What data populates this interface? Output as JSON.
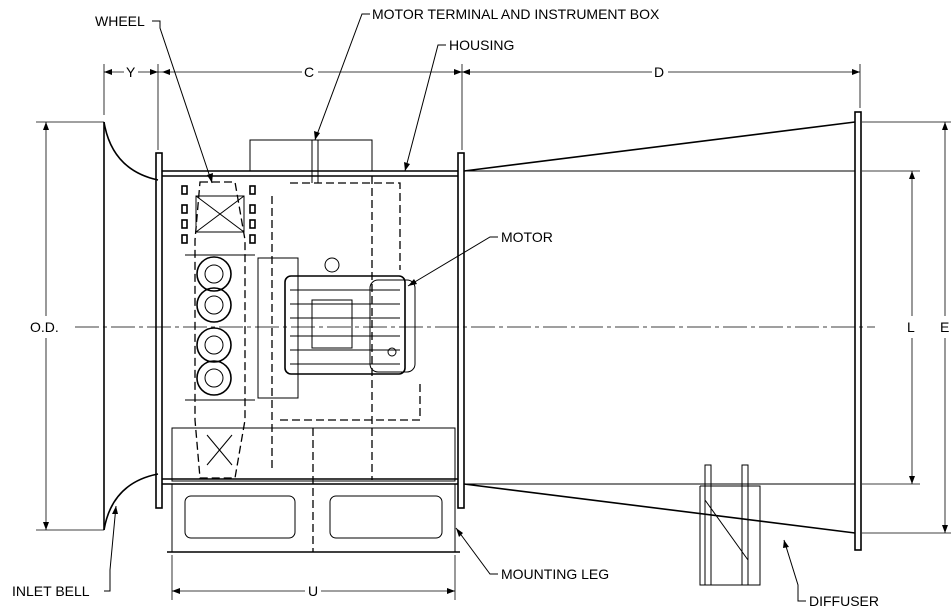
{
  "labels": {
    "wheel": "WHEEL",
    "motor_box": "MOTOR TERMINAL AND INSTRUMENT BOX",
    "housing": "HOUSING",
    "motor": "MOTOR",
    "inlet_bell": "INLET BELL",
    "mounting_leg": "MOUNTING LEG",
    "diffuser": "DIFFUSER"
  },
  "dimensions": {
    "y": "Y",
    "c": "C",
    "d": "D",
    "od": "O.D.",
    "l": "L",
    "e": "E",
    "u": "U"
  }
}
